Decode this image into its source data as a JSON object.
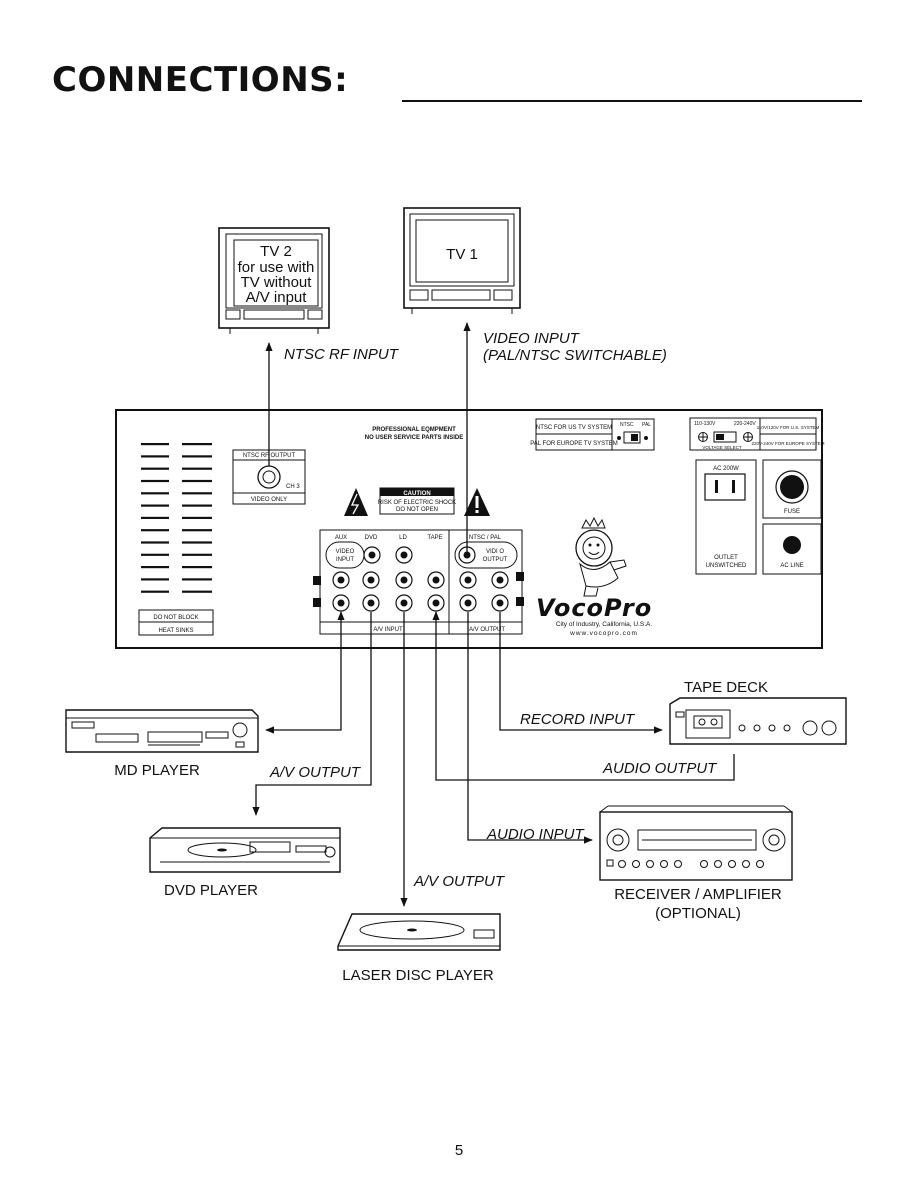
{
  "page": {
    "title": "CONNECTIONS:",
    "page_number": "5"
  },
  "tvs": {
    "tv2_lines": [
      "TV 2",
      "for use with",
      "TV without",
      "A/V input"
    ],
    "tv1": "TV 1"
  },
  "signals": {
    "ntsc_rf_input": "NTSC RF INPUT",
    "video_input_line1": "VIDEO INPUT",
    "video_input_line2": "(PAL/NTSC SWITCHABLE)",
    "record_input": "RECORD INPUT",
    "audio_output": "AUDIO OUTPUT",
    "av_output_md": "A/V OUTPUT",
    "audio_input": "AUDIO INPUT",
    "av_output_ld": "A/V OUTPUT"
  },
  "devices": {
    "tape_deck": "TAPE DECK",
    "md_player": "MD PLAYER",
    "dvd_player": "DVD PLAYER",
    "receiver_line1": "RECEIVER / AMPLIFIER",
    "receiver_line2": "(OPTIONAL)",
    "laser_disc": "LASER DISC PLAYER"
  },
  "panel": {
    "pro_line1": "PROFESSIONAL EQMPMENT",
    "pro_line2": "NO USER SERVICE PARTS INSIDE",
    "ntsc_rf_output": "NTSC RF OUTPUT",
    "ch3": "CH 3",
    "video_only": "VIDEO ONLY",
    "caution": "CAUTION",
    "caution_line1": "RISK OF ELECTRIC SHOCK",
    "caution_line2": "DO NOT OPEN",
    "jack_aux": "AUX",
    "jack_dvd": "DVD",
    "jack_ld": "LD",
    "jack_tape": "TAPE",
    "jack_ntsc_pal": "NTSC / PAL",
    "video_input_l1": "VIDEO",
    "video_input_l2": "INPUT",
    "video_output_l1": "VIDI O",
    "video_output_l2": "OUTPUT",
    "av_input": "A/V INPUT",
    "av_output": "A/V OUTPUT",
    "do_not_block": "DO NOT BLOCK",
    "heat_sinks": "HEAT SINKS",
    "ntsc_us": "NTSC FOR US TV SYSTEM",
    "pal_europe": "PAL FOR EUROPE TV SYSTEM",
    "sw_ntsc": "NTSC",
    "sw_pal": "PAL",
    "volt_110": "110-130V",
    "volt_220": "220-240V",
    "volt_us": "110V/120V FOR U.S. SYSTEM",
    "volt_eu": "220V-240V FOR EUROPE SYSTEM",
    "voltage_select": "VOLTAGE SELECT",
    "ac_200w": "AC 200W",
    "fuse": "FUSE",
    "outlet_l1": "OUTLET",
    "outlet_l2": "UNSWITCHED",
    "ac_line": "AC LINE",
    "brand": "VocoPro",
    "city": "City of Industry, California, U.S.A.",
    "web": "www.vocopro.com"
  }
}
